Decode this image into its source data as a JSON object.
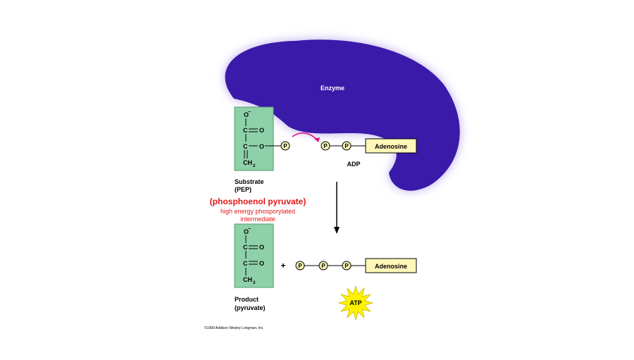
{
  "enzyme_label": "Enzyme",
  "substrate": {
    "atoms": {
      "o_minus": "O",
      "minus": "−",
      "c1": "C",
      "o1": "O",
      "c2": "C",
      "o2": "O",
      "ch2": "CH",
      "sub2": "2"
    },
    "label_line1": "Substrate",
    "label_line2": "(PEP)",
    "name": "(phosphoenol pyruvate)",
    "note_line1": "high energy phosporylated",
    "note_line2": "intermediate"
  },
  "product": {
    "atoms": {
      "o_minus": "O",
      "minus": "−",
      "c1": "C",
      "o1": "O",
      "c2": "C",
      "o2": "O",
      "ch3": "CH",
      "sub3": "3"
    },
    "label_line1": "Product",
    "label_line2": "(pyruvate)"
  },
  "phosphate_symbol": "P",
  "adp": {
    "adenosine": "Adenosine",
    "label": "ADP"
  },
  "atp": {
    "adenosine": "Adenosine",
    "plus": "+",
    "burst_label": "ATP"
  },
  "copyright": "©1999 Addison Wesley Longman, Inc.",
  "colors": {
    "enzyme": "#3a1aa8",
    "enzyme_glow": "#b9a8f0",
    "box_green": "#8ed1a8",
    "box_border": "#4f9a6e",
    "adenosine_fill": "#fff7b8",
    "phosphate_fill": "#f3f0b0",
    "arrow_pink": "#e0107a",
    "name_red": "#e01818",
    "burst_yellow": "#fff200"
  }
}
